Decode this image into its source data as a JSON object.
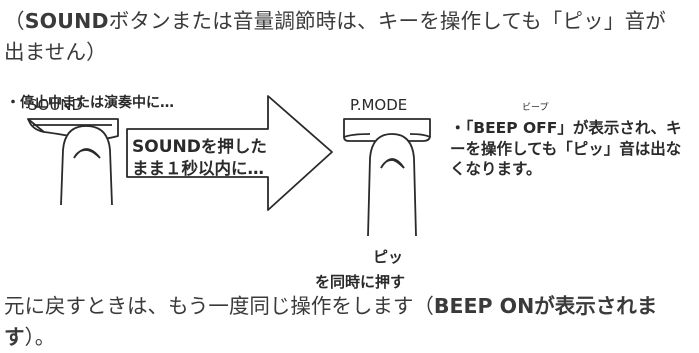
{
  "intro": {
    "line1": "（",
    "line1_bold": "SOUND",
    "line1_rest": "ボタンまたは音量調節時は、キーを操作しても「ピッ」音が",
    "line2": "出ません）"
  },
  "subheading": "・停止中または演奏中に…",
  "diagram": {
    "sound_label": "SOUND",
    "arrow_bold": "SOUND",
    "arrow_line1_rest": "を押した",
    "arrow_line2": "まま１秒以内に…",
    "pmode_label": "P.MODE",
    "pipp_label": "ピッ",
    "press_label": "を同時に押す"
  },
  "note": {
    "ruby": "ビープ",
    "text": "・「BEEP OFF」が表示され、キーを操作しても「ピッ」音は出なくなります。"
  },
  "outro": {
    "text": "元に戻すときは、もう一度同じ操作をします（",
    "bold": "BEEP ONが表示されます",
    "end": "）。"
  }
}
